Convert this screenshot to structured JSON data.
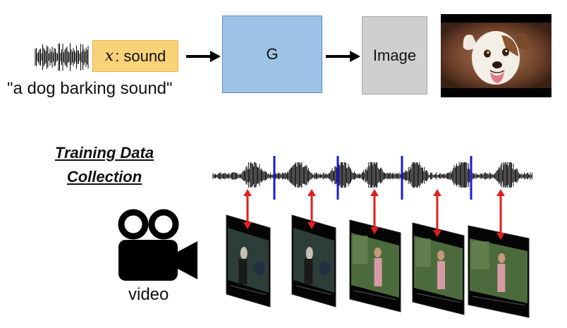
{
  "pipeline": {
    "input_var": "x",
    "input_label": ": sound",
    "caption": "\"a dog barking sound\"",
    "generator_label": "G",
    "output_label": "Image",
    "dog_photo_icon": "dog-photo"
  },
  "training": {
    "title_line1": "Training Data",
    "title_line2": "Collection",
    "camera_icon": "video-camera-icon",
    "video_label": "video",
    "frame_count": 5,
    "colors": {
      "segment_marker": "#1a1adf",
      "correspondence_arrow": "#e02020",
      "sound_box": "#f9d27a",
      "generator_box": "#9dc3e6",
      "image_box": "#cfcfcf"
    }
  }
}
